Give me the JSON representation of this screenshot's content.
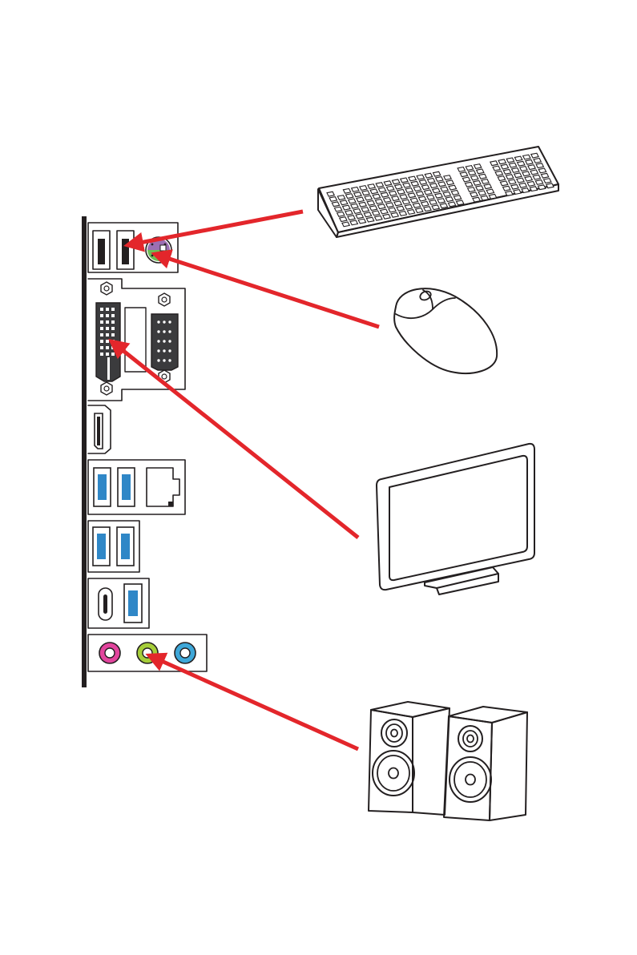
{
  "figure": {
    "description_text": "",
    "colors": {
      "arrow": "#e3262b",
      "outline": "#231f20",
      "usb_blue": "#2f87c7",
      "ps2_purple": "#9c6fb3",
      "ps2_green": "#6cbf55",
      "audio_pink": "#e2449d",
      "audio_green": "#a6ce39",
      "audio_blue": "#3ea7d8",
      "dark_connector": "#3b3b3d"
    },
    "panel_ports": [
      "ps2-combo",
      "usb2",
      "usb2",
      "dvi-d",
      "vga",
      "hdmi",
      "usb3",
      "usb3",
      "lan",
      "usb3",
      "usb3",
      "usb-type-c",
      "usb3",
      "audio-line-in",
      "audio-line-out",
      "audio-mic"
    ],
    "devices": [
      "keyboard",
      "mouse",
      "monitor",
      "speakers"
    ],
    "connections": [
      {
        "device": "keyboard",
        "port": "ps2-combo"
      },
      {
        "device": "mouse",
        "port": "ps2-combo"
      },
      {
        "device": "monitor",
        "port": "dvi-d"
      },
      {
        "device": "speakers",
        "port": "audio-line-out"
      }
    ]
  }
}
